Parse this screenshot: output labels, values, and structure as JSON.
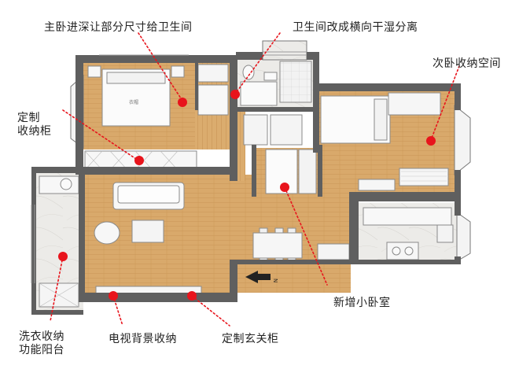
{
  "annotations": {
    "master_bedroom": "主卧进深让部分尺寸给卫生间",
    "bathroom": "卫生间改成横向干湿分离",
    "second_bedroom": "次卧收纳空间",
    "custom_storage": "定制\n收纳柜",
    "new_bedroom": "新增小卧室",
    "laundry_balcony": "洗衣收纳\n功能阳台",
    "tv_storage": "电视背景收纳",
    "entry_cabinet": "定制玄关柜"
  },
  "colors": {
    "wall": "#5f5f5f",
    "wood_floor": "#d9a96b",
    "marble": "#eceae6",
    "marker": "#e8141c",
    "leader_line": "#e8141c",
    "entry_arrow": "#222222"
  },
  "icons": {
    "entry": "entry-arrow-icon"
  },
  "compass": {
    "letter": "N"
  }
}
